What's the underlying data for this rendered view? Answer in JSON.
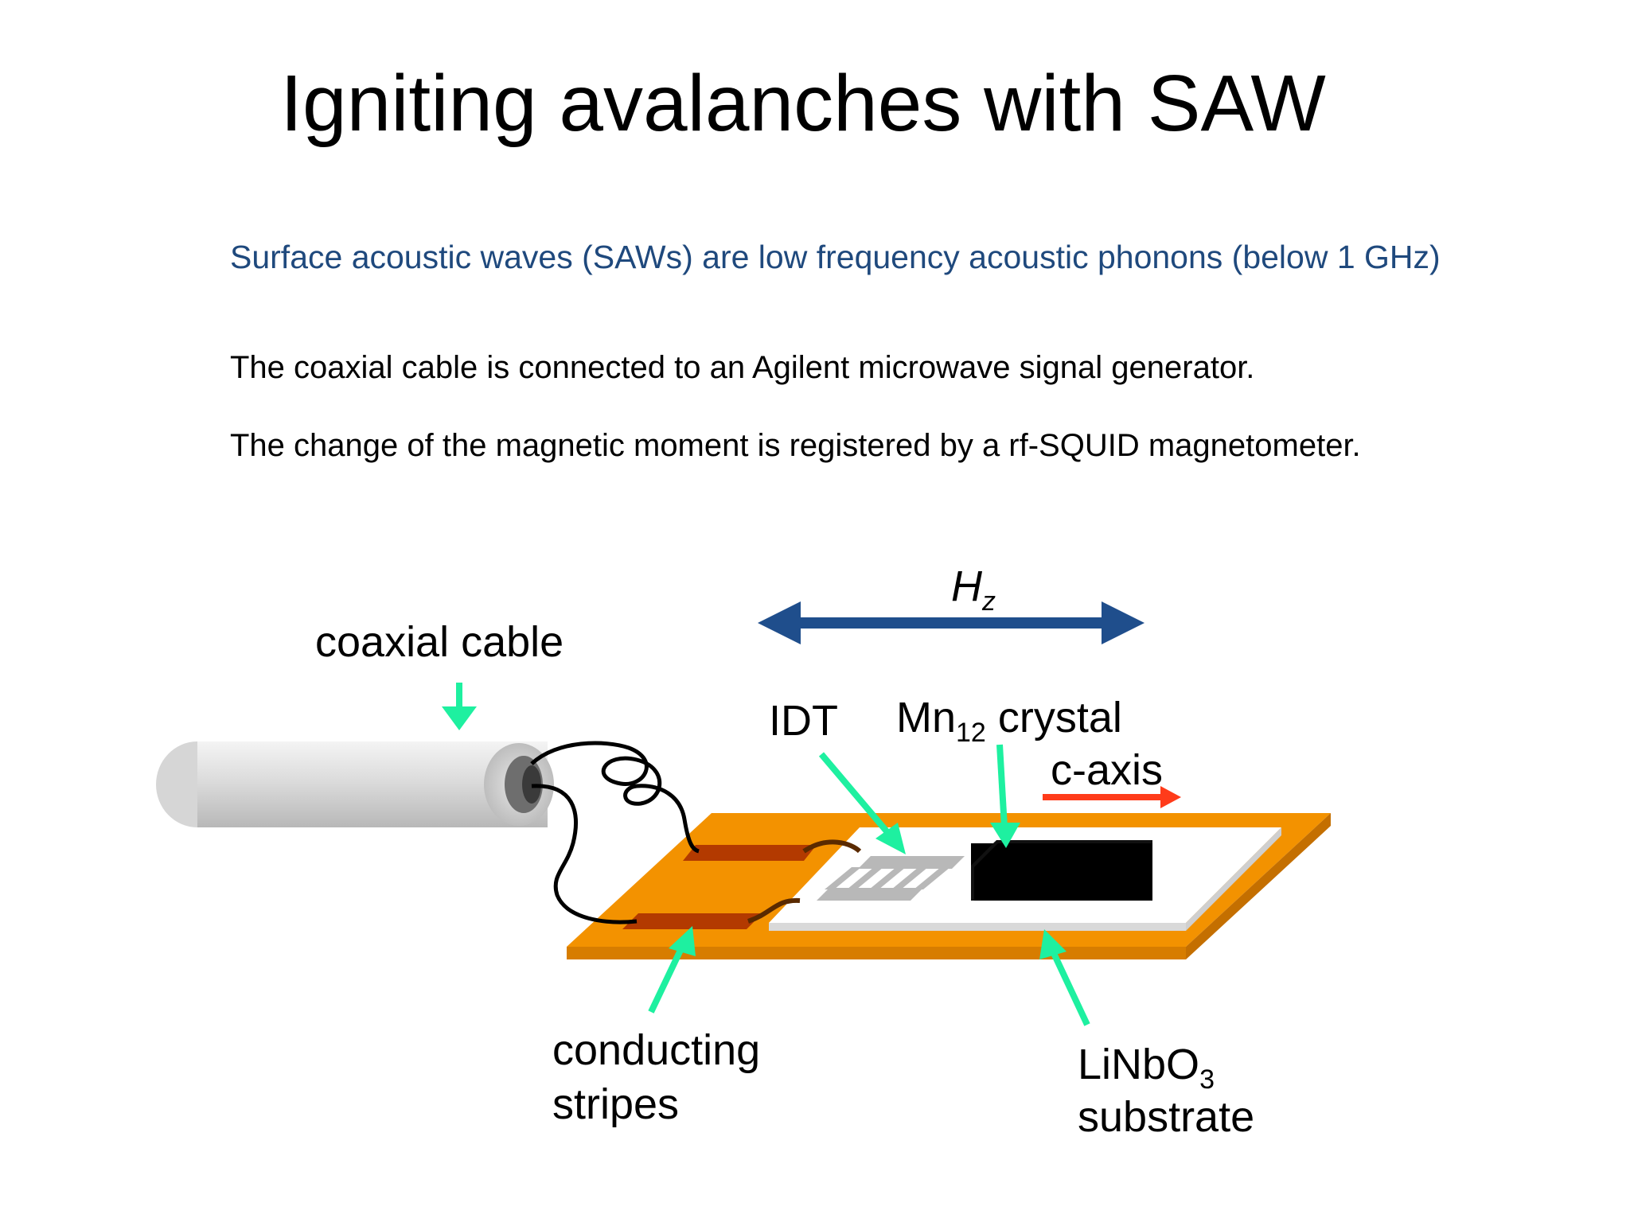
{
  "slide": {
    "title": "Igniting avalanches with SAW",
    "subtitle": "Surface acoustic waves (SAWs) are low frequency acoustic phonons (below 1 GHz)",
    "lines": [
      "The coaxial cable is connected to an Agilent microwave signal generator.",
      "The change of the magnetic moment is registered by a rf-SQUID magnetometer."
    ]
  },
  "diagram": {
    "field_label": "H",
    "field_subscript": "z",
    "coaxial_label": "coaxial cable",
    "idt_label": "IDT",
    "crystal_label_main": "Mn",
    "crystal_label_sub": "12",
    "crystal_label_rest": " crystal",
    "caxis_label": "c-axis",
    "conducting_line1": "conducting",
    "conducting_line2": "stripes",
    "substrate_main": "LiNbO",
    "substrate_sub": "3",
    "substrate_line2": "substrate",
    "colors": {
      "field_arrow": "#1f4e8c",
      "pointer_arrow": "#1ef0a0",
      "caxis_arrow": "#ff3b1a",
      "board": "#f39200",
      "board_edge": "#d77d00",
      "stripe": "#b33a00",
      "crystal": "#000000",
      "cable": "#d8d8d8"
    }
  }
}
